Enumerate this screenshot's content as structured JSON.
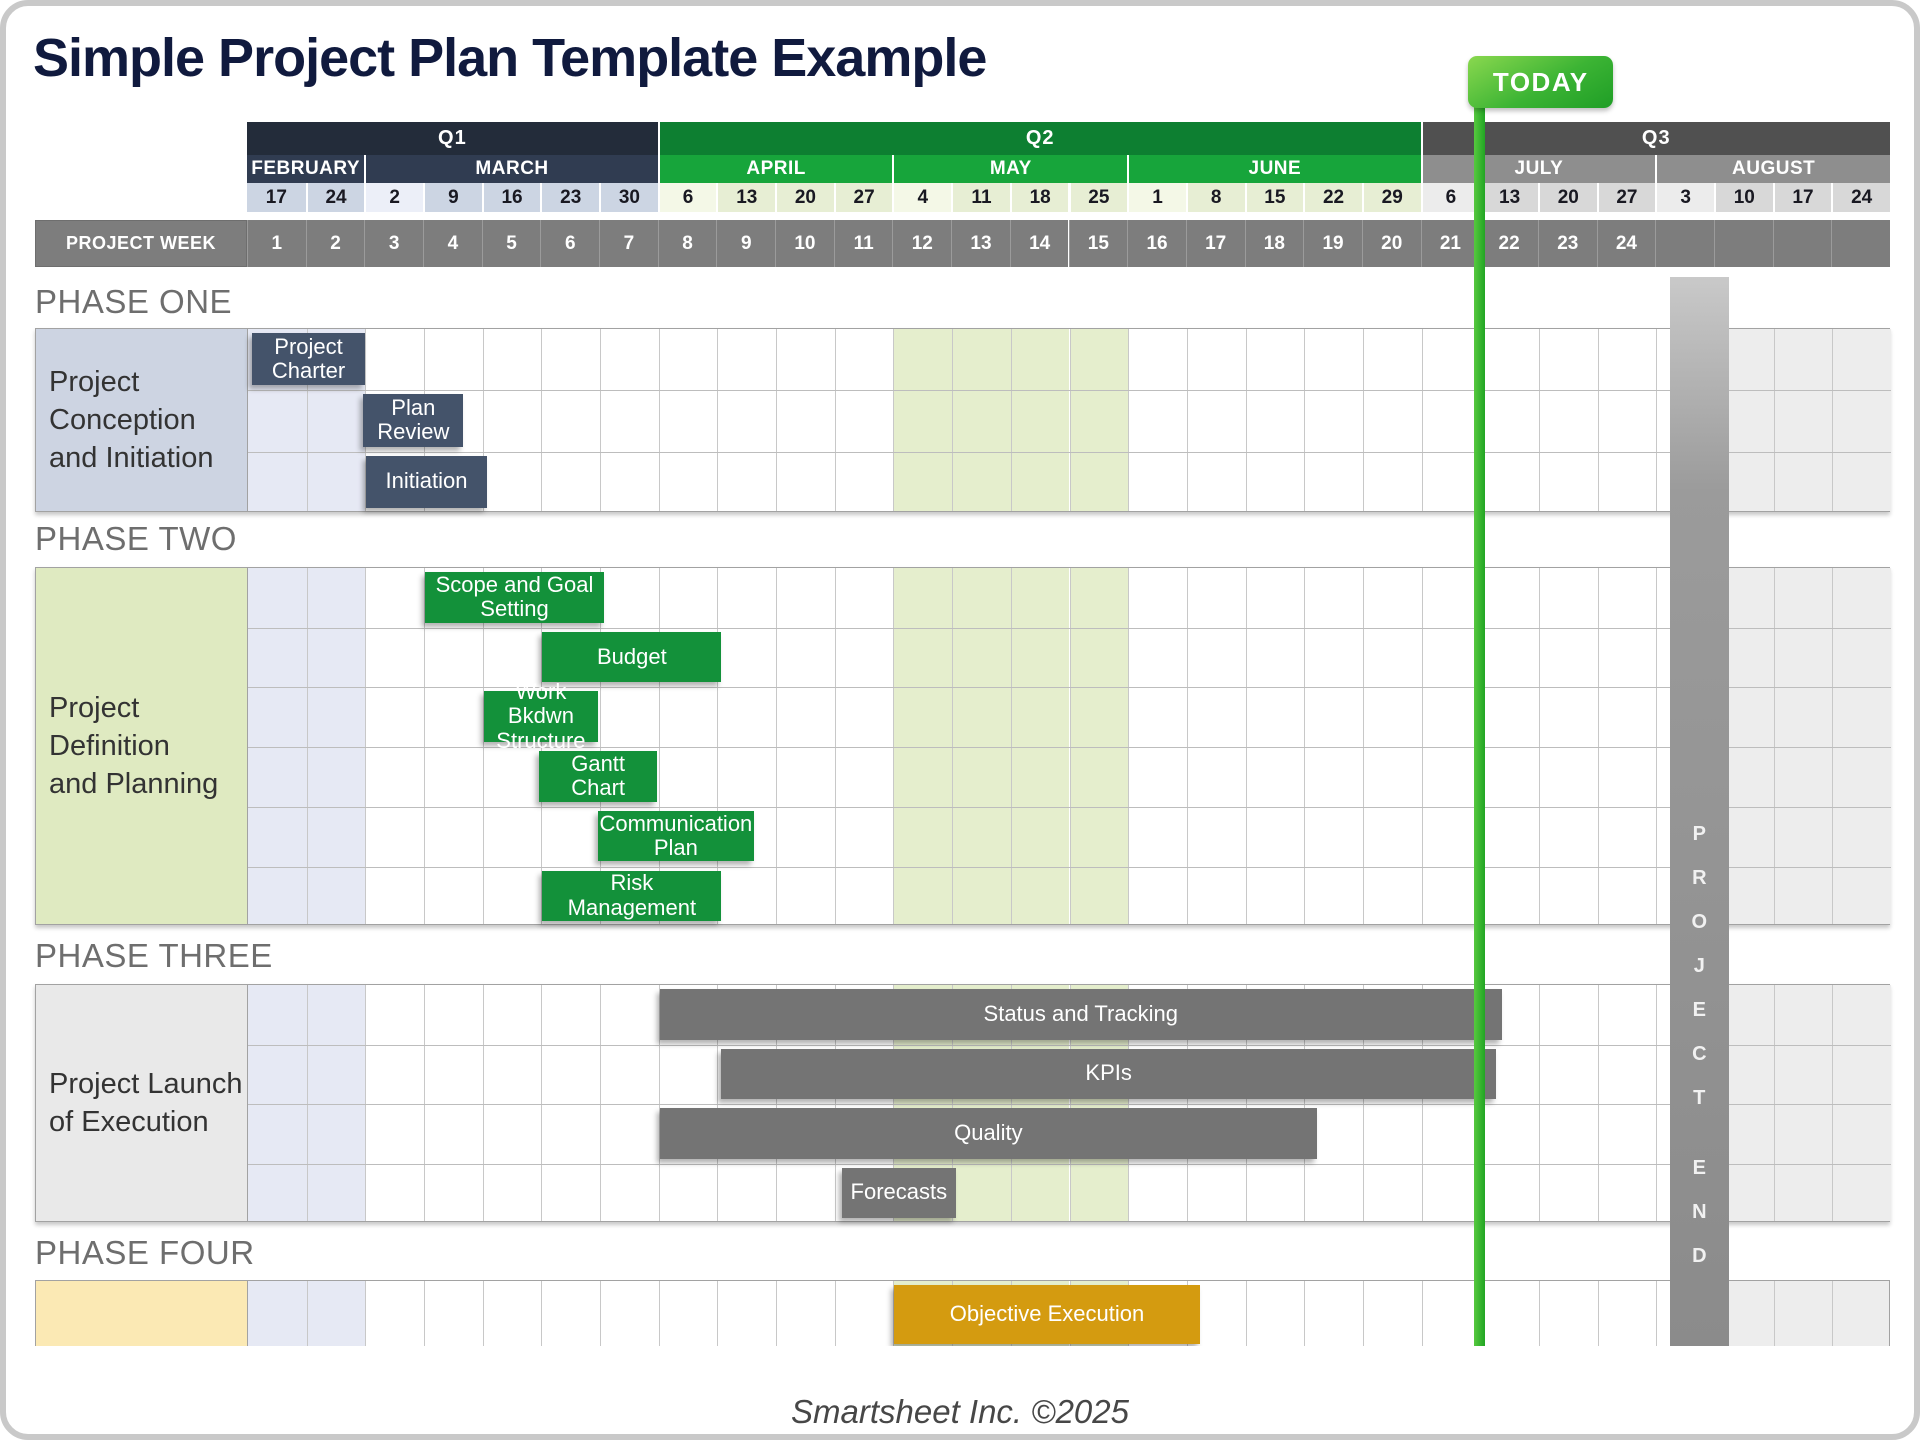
{
  "title": "Simple Project Plan Template Example",
  "footer": "Smartsheet Inc. ©2025",
  "today": {
    "label": "TODAY",
    "week_boundary": 21
  },
  "project_end": {
    "label": "PROJECT END",
    "letters": [
      "P",
      "R",
      "O",
      "J",
      "E",
      "C",
      "T",
      "",
      "E",
      "N",
      "D"
    ],
    "start_col": 25.25
  },
  "colors": {
    "quarter_bg": [
      "#232c3a",
      "#0d7f31",
      "#505050"
    ],
    "month_bg": [
      "#303c51",
      "#17a53b",
      "#8e8e8e"
    ],
    "date_bg": [
      [
        "#ccd5e3",
        "#eceff8"
      ],
      [
        "#e7eed4",
        "#f4f8e7"
      ],
      [
        "#d8d8d8",
        "#ececec"
      ]
    ],
    "week_row_bg": "#7d7d7d",
    "band_february": "#e6e9f4",
    "band_may": "#e5eecd",
    "band_after_end": "#ededed",
    "bar_navy": "#44536a",
    "bar_green": "#13913a",
    "bar_gray": "#747474",
    "bar_orange": "#d49b10",
    "today_green": "#2eb22e",
    "title_navy": "#101a3e"
  },
  "timeline": {
    "week_row_label": "PROJECT WEEK",
    "weeks": [
      "1",
      "2",
      "3",
      "4",
      "5",
      "6",
      "7",
      "8",
      "9",
      "10",
      "11",
      "12",
      "13",
      "14",
      "15",
      "16",
      "17",
      "18",
      "19",
      "20",
      "21",
      "22",
      "23",
      "24",
      "",
      "",
      "",
      ""
    ],
    "quarters": [
      {
        "label": "Q1",
        "months": [
          {
            "label": "FEBRUARY",
            "dates": [
              {
                "d": "17"
              },
              {
                "d": "24"
              }
            ]
          },
          {
            "label": "MARCH",
            "dates": [
              {
                "d": "2",
                "s": true
              },
              {
                "d": "9"
              },
              {
                "d": "16"
              },
              {
                "d": "23"
              },
              {
                "d": "30"
              }
            ]
          }
        ]
      },
      {
        "label": "Q2",
        "months": [
          {
            "label": "APRIL",
            "dates": [
              {
                "d": "6",
                "s": true
              },
              {
                "d": "13"
              },
              {
                "d": "20"
              },
              {
                "d": "27"
              }
            ]
          },
          {
            "label": "MAY",
            "dates": [
              {
                "d": "4",
                "s": true
              },
              {
                "d": "11"
              },
              {
                "d": "18"
              },
              {
                "d": "25"
              }
            ]
          },
          {
            "label": "JUNE",
            "dates": [
              {
                "d": "1",
                "s": true
              },
              {
                "d": "8"
              },
              {
                "d": "15"
              },
              {
                "d": "22"
              },
              {
                "d": "29"
              }
            ]
          }
        ]
      },
      {
        "label": "Q3",
        "months": [
          {
            "label": "JULY",
            "dates": [
              {
                "d": "6",
                "s": true
              },
              {
                "d": "13"
              },
              {
                "d": "20"
              },
              {
                "d": "27"
              }
            ]
          },
          {
            "label": "AUGUST",
            "dates": [
              {
                "d": "3",
                "s": true
              },
              {
                "d": "10"
              },
              {
                "d": "17"
              },
              {
                "d": "24"
              }
            ]
          }
        ]
      }
    ]
  },
  "phases": [
    {
      "heading": "PHASE ONE",
      "label_lines": [
        "Project",
        "Conception",
        "and Initiation"
      ],
      "label_bg": "#cdd4e2",
      "rows": [
        {
          "task": "Project Charter",
          "start": 0.05,
          "len": 1.93,
          "color": "navy"
        },
        {
          "task": "Plan Review",
          "start": 1.95,
          "len": 1.7,
          "color": "navy"
        },
        {
          "task": "Initiation",
          "start": 2.0,
          "len": 2.05,
          "color": "navy"
        }
      ]
    },
    {
      "heading": "PHASE TWO",
      "label_lines": [
        "Project",
        "Definition",
        "and Planning"
      ],
      "label_bg": "#dfeac1",
      "rows": [
        {
          "task": "Scope and Goal Setting",
          "start": 3.0,
          "len": 3.05,
          "color": "green"
        },
        {
          "task": "Budget",
          "start": 5.0,
          "len": 3.05,
          "color": "green"
        },
        {
          "task": "Work Bkdwn Structure",
          "start": 4.0,
          "len": 1.95,
          "color": "green"
        },
        {
          "task": "Gantt Chart",
          "start": 4.95,
          "len": 2.0,
          "color": "green"
        },
        {
          "task": "Communication Plan",
          "start": 5.95,
          "len": 2.65,
          "color": "green"
        },
        {
          "task": "Risk Management",
          "start": 5.0,
          "len": 3.05,
          "color": "green"
        }
      ]
    },
    {
      "heading": "PHASE THREE",
      "label_lines": [
        "Project Launch",
        "of Execution"
      ],
      "label_bg": "#e9e9e9",
      "rows": [
        {
          "task": "Status and Tracking",
          "start": 7.0,
          "len": 14.35,
          "color": "gray"
        },
        {
          "task": "KPIs",
          "start": 8.05,
          "len": 13.2,
          "color": "gray"
        },
        {
          "task": "Quality",
          "start": 7.0,
          "len": 11.2,
          "color": "gray"
        },
        {
          "task": "Forecasts",
          "start": 10.1,
          "len": 1.95,
          "color": "gray"
        }
      ]
    },
    {
      "heading": "PHASE FOUR",
      "label_lines": [],
      "label_bg": "#fbe9b4",
      "rows": [
        {
          "task": "Objective Execution",
          "start": 11.0,
          "len": 5.2,
          "color": "orange"
        }
      ]
    }
  ],
  "chart_data": {
    "type": "bar",
    "variant": "gantt",
    "title": "Simple Project Plan Template Example",
    "x_axis": {
      "label": "PROJECT WEEK",
      "week_numbers": [
        1,
        2,
        3,
        4,
        5,
        6,
        7,
        8,
        9,
        10,
        11,
        12,
        13,
        14,
        15,
        16,
        17,
        18,
        19,
        20,
        21,
        22,
        23,
        24
      ],
      "quarters": [
        "Q1",
        "Q2",
        "Q3"
      ],
      "months": [
        "FEBRUARY",
        "MARCH",
        "APRIL",
        "MAY",
        "JUNE",
        "JULY",
        "AUGUST"
      ],
      "week_start_dates": [
        "Feb 17",
        "Feb 24",
        "Mar 2",
        "Mar 9",
        "Mar 16",
        "Mar 23",
        "Mar 30",
        "Apr 6",
        "Apr 13",
        "Apr 20",
        "Apr 27",
        "May 4",
        "May 11",
        "May 18",
        "May 25",
        "Jun 1",
        "Jun 8",
        "Jun 15",
        "Jun 22",
        "Jun 29",
        "Jul 6",
        "Jul 13",
        "Jul 20",
        "Jul 27",
        "Aug 3",
        "Aug 10",
        "Aug 17",
        "Aug 24"
      ]
    },
    "today_after_week": 21,
    "project_end_week_column": "Aug 3",
    "series": [
      {
        "phase": "PHASE ONE",
        "group": "Project Conception and Initiation",
        "color": "#44536a",
        "tasks": [
          {
            "name": "Project Charter",
            "start_week": 1.0,
            "end_week": 3.0
          },
          {
            "name": "Plan Review",
            "start_week": 2.9,
            "end_week": 4.6
          },
          {
            "name": "Initiation",
            "start_week": 3.0,
            "end_week": 5.0
          }
        ]
      },
      {
        "phase": "PHASE TWO",
        "group": "Project Definition and Planning",
        "color": "#13913a",
        "tasks": [
          {
            "name": "Scope and Goal Setting",
            "start_week": 4.0,
            "end_week": 7.0
          },
          {
            "name": "Budget",
            "start_week": 6.0,
            "end_week": 9.0
          },
          {
            "name": "Work Bkdwn Structure",
            "start_week": 5.0,
            "end_week": 7.0
          },
          {
            "name": "Gantt Chart",
            "start_week": 6.0,
            "end_week": 8.0
          },
          {
            "name": "Communication Plan",
            "start_week": 7.0,
            "end_week": 9.6
          },
          {
            "name": "Risk Management",
            "start_week": 6.0,
            "end_week": 9.0
          }
        ]
      },
      {
        "phase": "PHASE THREE",
        "group": "Project Launch of Execution",
        "color": "#747474",
        "tasks": [
          {
            "name": "Status and Tracking",
            "start_week": 8.0,
            "end_week": 22.3
          },
          {
            "name": "KPIs",
            "start_week": 9.0,
            "end_week": 22.2
          },
          {
            "name": "Quality",
            "start_week": 8.0,
            "end_week": 19.2
          },
          {
            "name": "Forecasts",
            "start_week": 11.1,
            "end_week": 13.0
          }
        ]
      },
      {
        "phase": "PHASE FOUR",
        "group": "",
        "color": "#d49b10",
        "tasks": [
          {
            "name": "Objective Execution",
            "start_week": 12.0,
            "end_week": 17.2
          }
        ]
      }
    ]
  }
}
